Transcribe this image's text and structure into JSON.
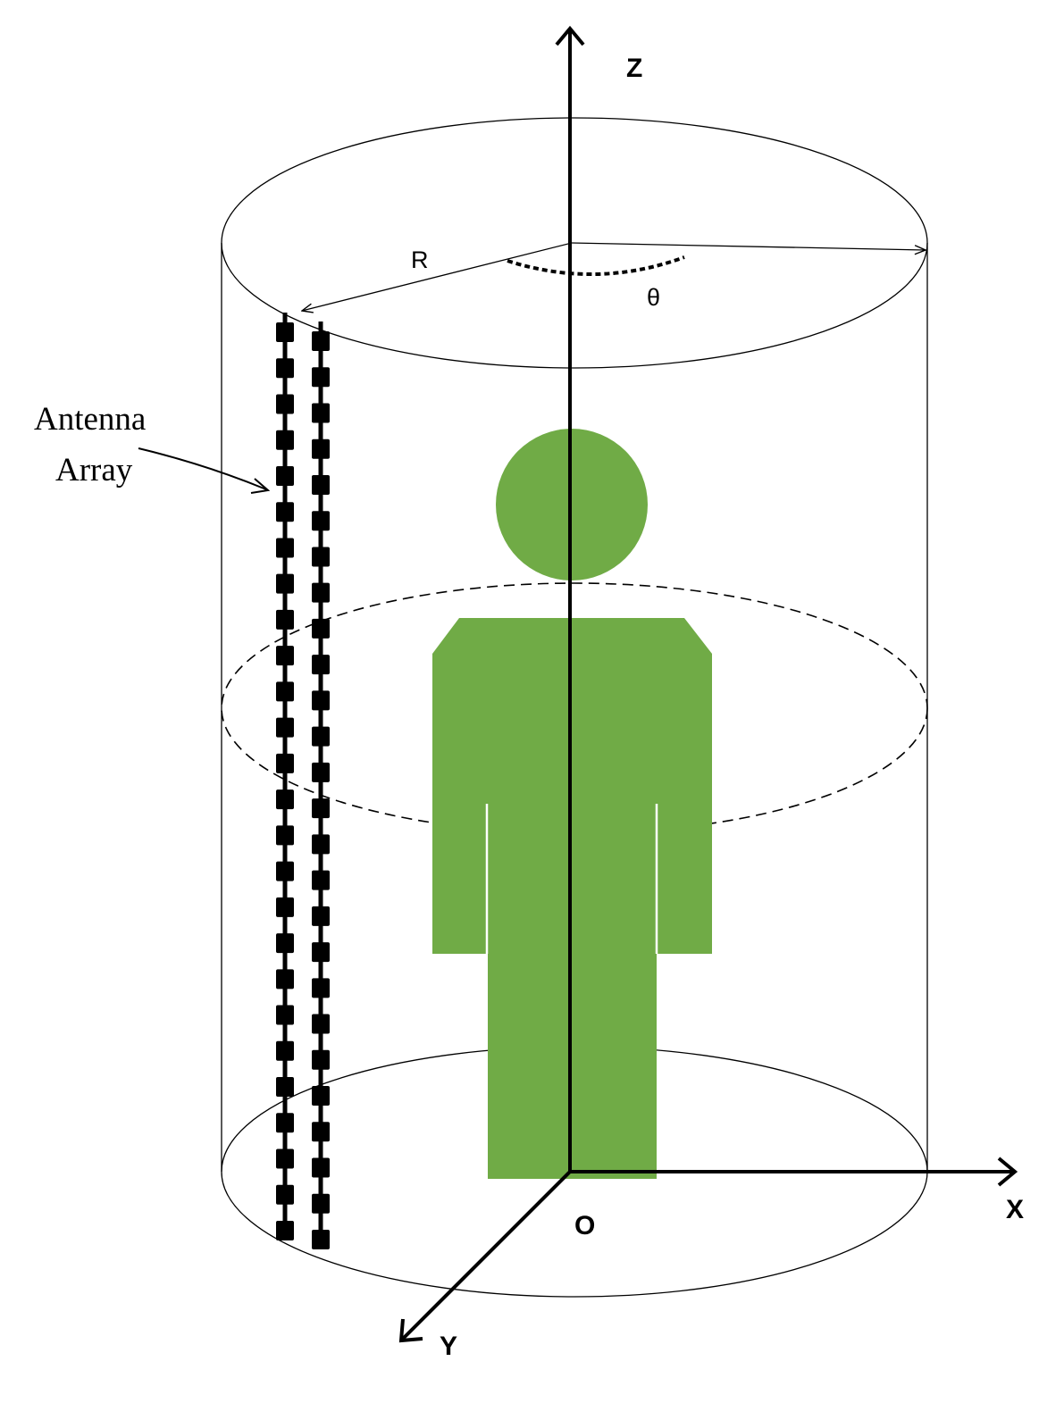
{
  "labels": {
    "z_axis": "Z",
    "x_axis": "X",
    "y_axis": "Y",
    "origin": "O",
    "radius": "R",
    "angle": "θ",
    "antenna_line1": "Antenna",
    "antenna_line2": "Array"
  },
  "colors": {
    "figure": "#70ab46",
    "stroke": "#000000",
    "background": "#ffffff"
  },
  "antenna": {
    "element_count": 26
  }
}
